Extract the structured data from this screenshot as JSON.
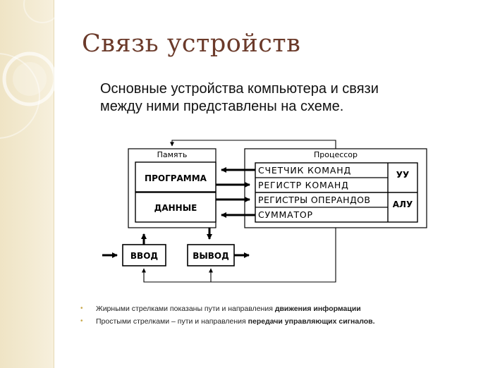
{
  "slide": {
    "title": "Связь устройств",
    "intro": "Основные устройства компьютера и связи между ними представлены на схеме."
  },
  "diagram": {
    "memory": {
      "label": "Память",
      "blocks": [
        "ПРОГРАММА",
        "ДАННЫЕ"
      ]
    },
    "processor": {
      "label": "Процессор",
      "rows": [
        "СЧЕТЧИК КОМАНД",
        "РЕГИСТР КОМАНД",
        "РЕГИСТРЫ ОПЕРАНДОВ",
        "СУММАТОР"
      ],
      "uu": "УУ",
      "alu": "АЛУ"
    },
    "input": "ВВОД",
    "output": "ВЫВОД"
  },
  "notes": [
    {
      "text": "Жирными стрелками показаны пути и направления ",
      "bold": "движения информации"
    },
    {
      "text": "Простыми стрелками – пути и направления ",
      "bold": "передачи управляющих сигналов."
    }
  ],
  "colors": {
    "title": "#6b3a2a",
    "bullet": "#c9a94c",
    "sidebar": "#efe4c5"
  }
}
